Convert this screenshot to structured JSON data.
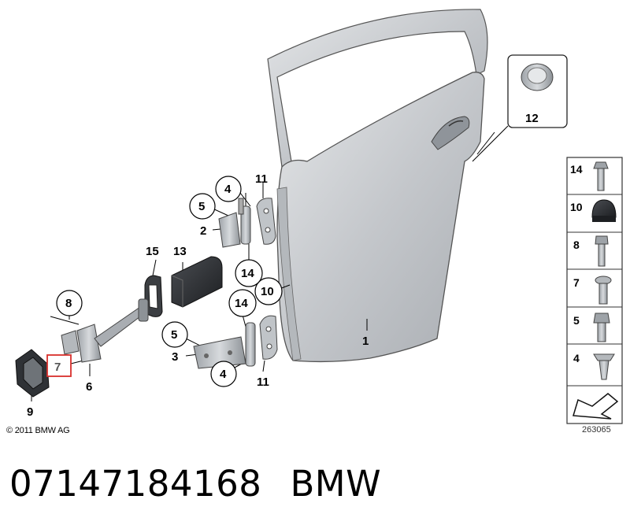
{
  "diagram": {
    "callouts": [
      {
        "id": "door",
        "label": "1"
      },
      {
        "id": "hinge-upper",
        "label": "2"
      },
      {
        "id": "hinge-lower",
        "label": "3"
      },
      {
        "id": "screw-4-upper",
        "label": "4"
      },
      {
        "id": "screw-4-lower",
        "label": "4"
      },
      {
        "id": "bolt-5-upper",
        "label": "5"
      },
      {
        "id": "bolt-5-lower",
        "label": "5"
      },
      {
        "id": "door-brake",
        "label": "6"
      },
      {
        "id": "screw-7",
        "label": "7"
      },
      {
        "id": "bolt-8",
        "label": "8"
      },
      {
        "id": "gasket-9",
        "label": "9"
      },
      {
        "id": "cap-10",
        "label": "10"
      },
      {
        "id": "plate-11-upper",
        "label": "11"
      },
      {
        "id": "plate-11-lower",
        "label": "11"
      },
      {
        "id": "plug-12",
        "label": "12"
      },
      {
        "id": "cover-13",
        "label": "13"
      },
      {
        "id": "bolt-14-upper",
        "label": "14"
      },
      {
        "id": "bolt-14-lower",
        "label": "14"
      },
      {
        "id": "seal-15",
        "label": "15"
      }
    ],
    "highlighted_callout": "7",
    "parts_legend": [
      "14",
      "10",
      "8",
      "7",
      "5",
      "4"
    ],
    "highlight_color": "#d9302c",
    "part_color": "#c9ccd0",
    "dark_part_color": "#2b2d30"
  },
  "footer": {
    "copyright": "© 2011 BMW AG",
    "reference_number": "263065"
  },
  "caption": {
    "part_number": "07147184168",
    "brand": "BMW"
  }
}
